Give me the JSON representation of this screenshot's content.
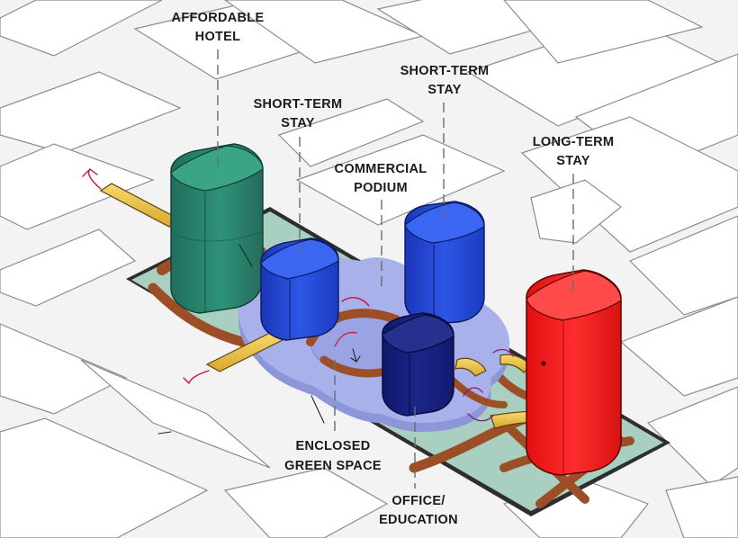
{
  "labels": {
    "affordable_hotel": [
      "AFFORDABLE",
      "HOTEL"
    ],
    "short_term_stay_left": [
      "SHORT-TERM",
      "STAY"
    ],
    "short_term_stay_right": [
      "SHORT-TERM",
      "STAY"
    ],
    "commercial_podium": [
      "COMMERCIAL",
      "PODIUM"
    ],
    "long_term_stay": [
      "LONG-TERM",
      "STAY"
    ],
    "enclosed_green_space": [
      "ENCLOSED",
      "GREEN SPACE"
    ],
    "office_education": [
      "OFFICE/",
      "EDUCATION"
    ]
  },
  "colors": {
    "affordable_hotel": "#2b8a72",
    "short_term_stay": "#2348d8",
    "office_education": "#17207a",
    "long_term_stay": "#ee1f1f",
    "commercial_podium": "#a9b1ea",
    "site_ground": "#a9cfc0",
    "paths": "#9c4f26",
    "bridges": "#f2c94c",
    "annotation_ink": "#c4163a"
  }
}
